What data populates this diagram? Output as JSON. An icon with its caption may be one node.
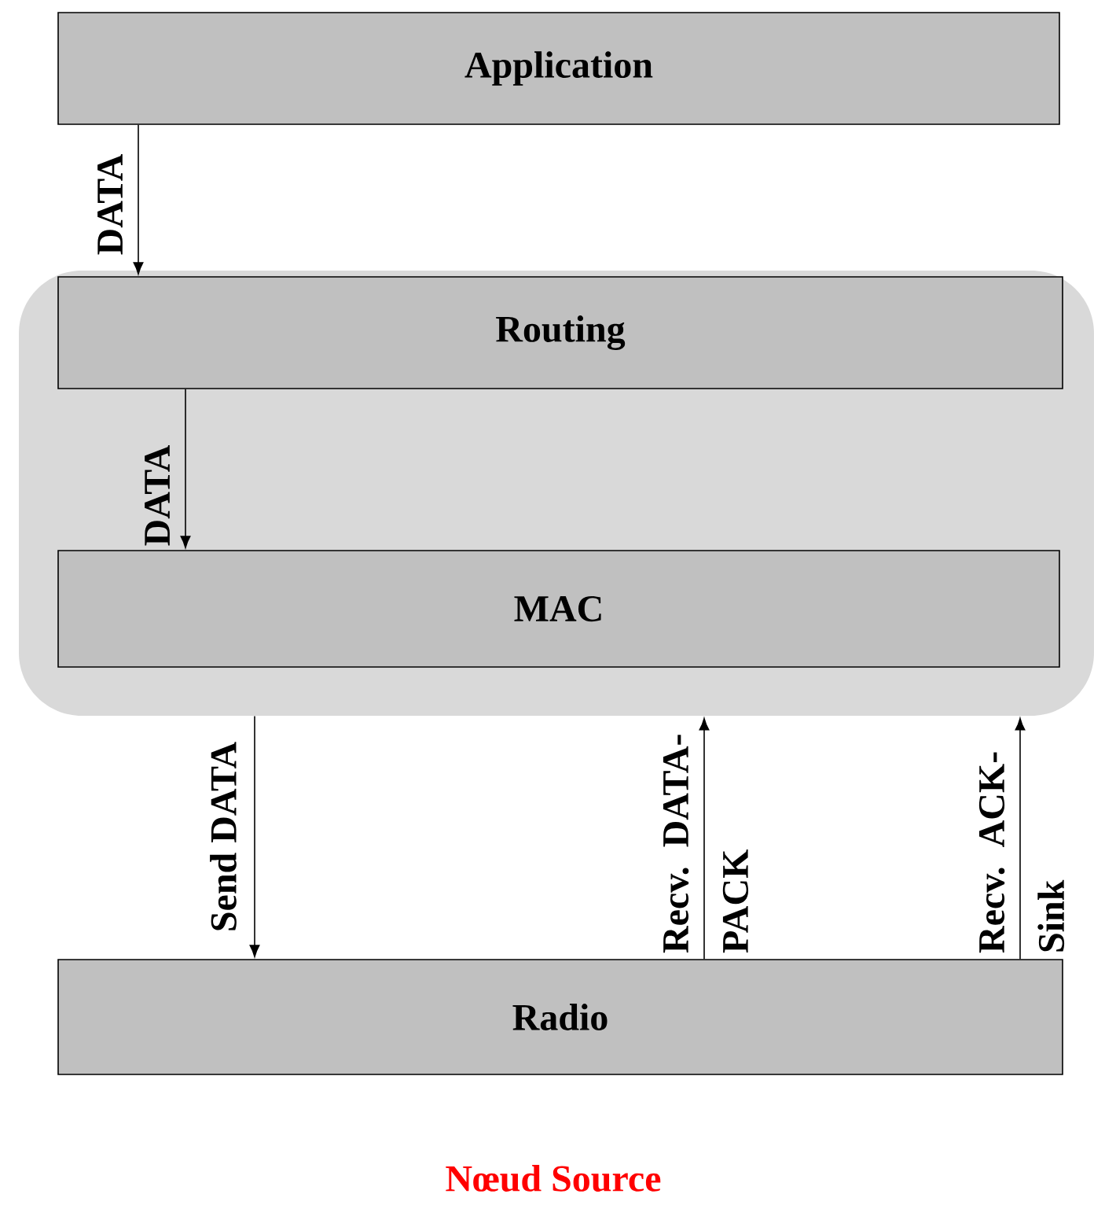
{
  "diagram": {
    "caption": "Nœud Source",
    "nodes": [
      {
        "text": [
          "Application"
        ]
      },
      {
        "text": [],
        "shape": "box"
      },
      {
        "text": [
          "Routing"
        ],
        "in": 1
      },
      {
        "text": [
          "MAC"
        ],
        "in": 1
      },
      {
        "text": [
          "Radio"
        ]
      }
    ],
    "edges": [
      {
        "from": 0,
        "to": 2,
        "arrow": "to",
        "label": "DATA"
      },
      {
        "from": 2,
        "to": 3,
        "arrow": "to",
        "label": "DATA"
      },
      {
        "from": 1,
        "to": 4,
        "arrow": "to",
        "label": "Send DATA"
      },
      {
        "from": 4,
        "to": 1,
        "arrow": "to",
        "label": "Recv. DATA-PACK"
      },
      {
        "from": 4,
        "to": 1,
        "arrow": "to",
        "label": "Recv. ACK-Sink"
      }
    ]
  }
}
